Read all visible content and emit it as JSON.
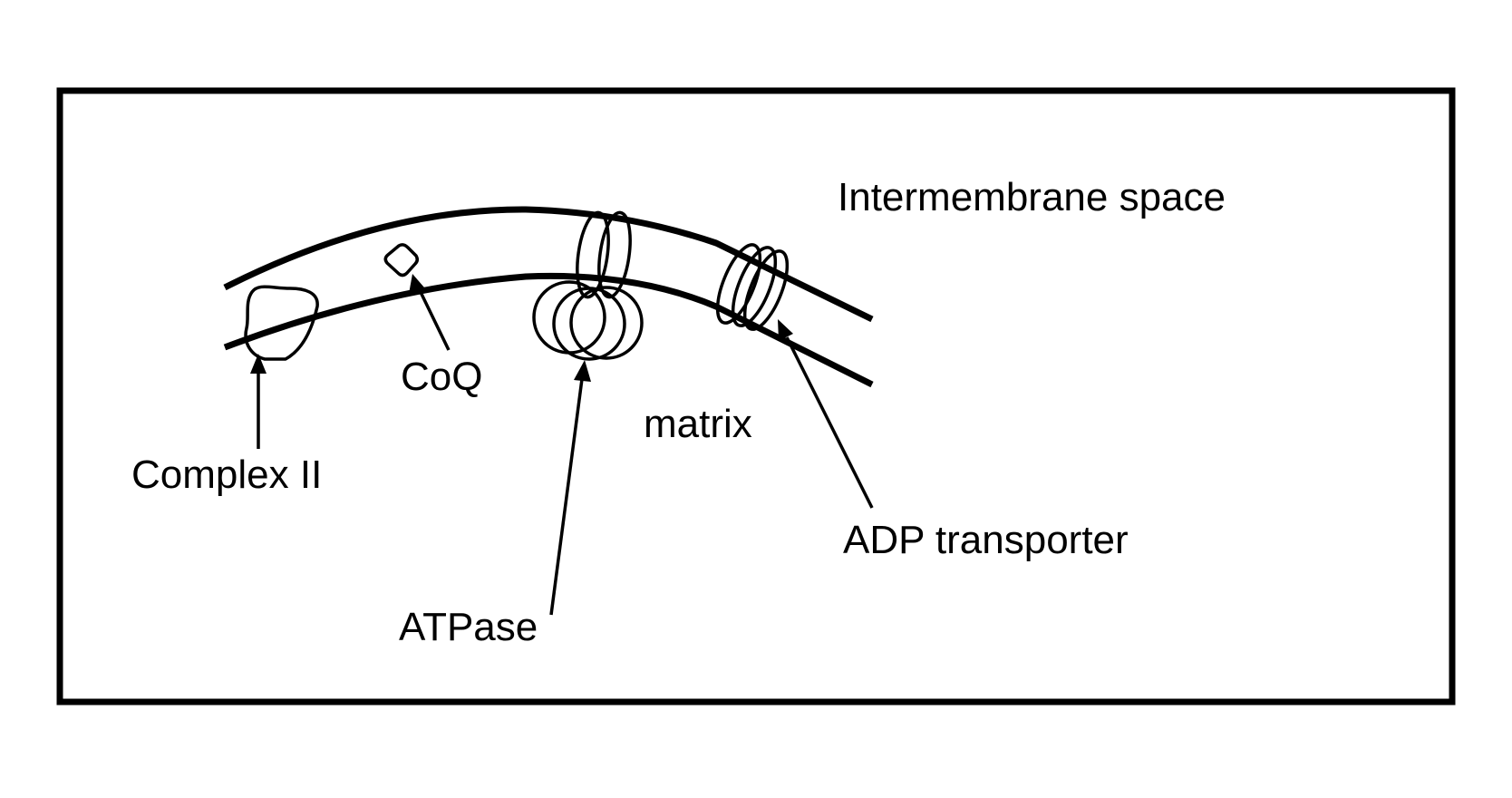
{
  "labels": {
    "intermembrane_space": "Intermembrane space",
    "matrix": "matrix",
    "complex_ii": "Complex II",
    "coq": "CoQ",
    "atpase": "ATPase",
    "adp_transporter": "ADP transporter"
  },
  "colors": {
    "stroke": "#000000",
    "background": "#ffffff"
  }
}
